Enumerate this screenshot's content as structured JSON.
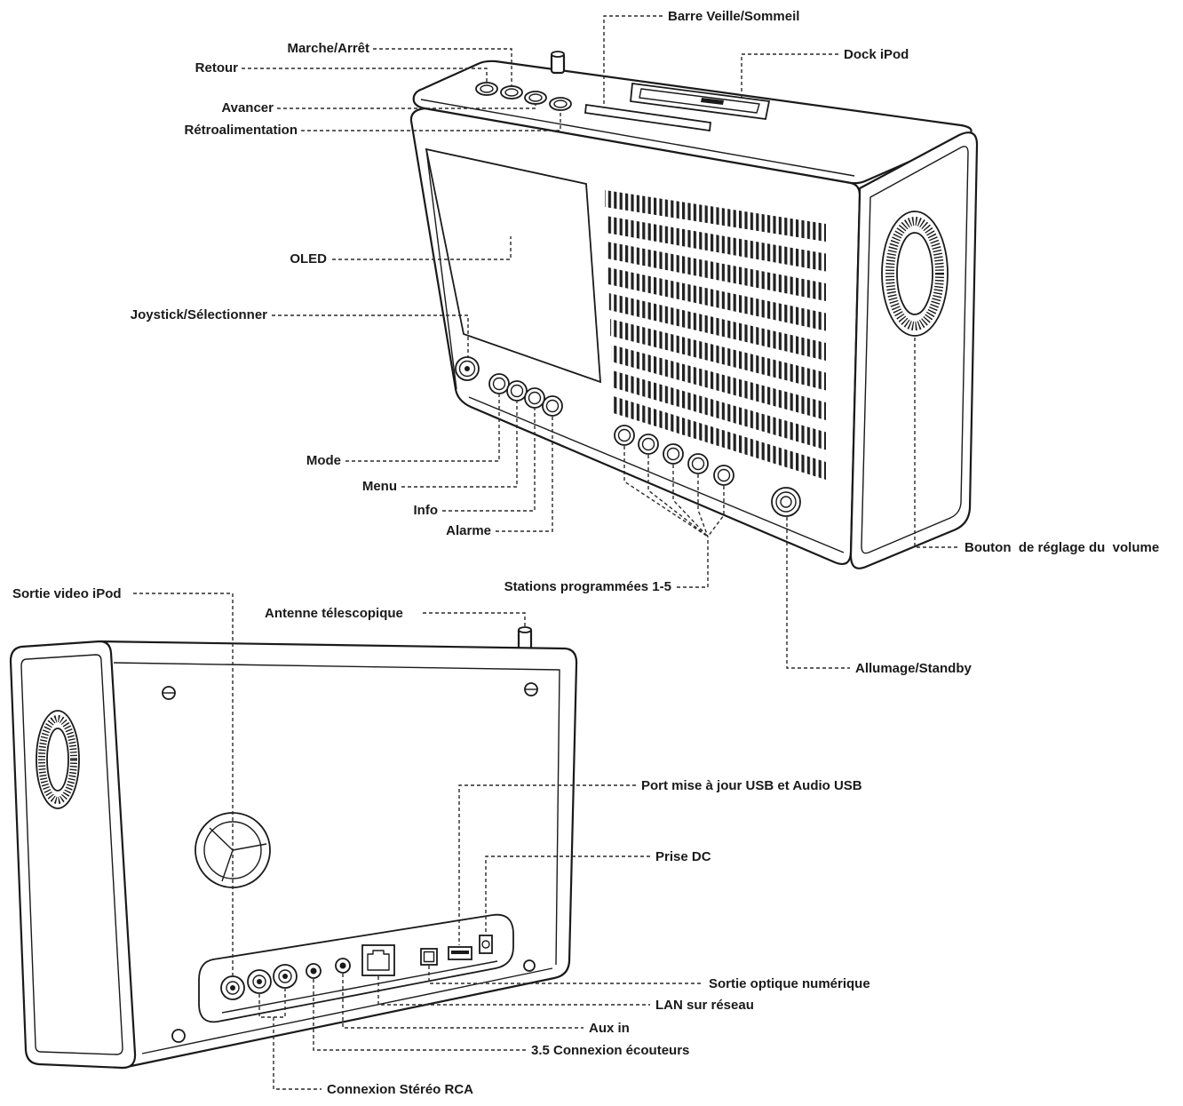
{
  "front_view": {
    "barre_veille_sommeil": "Barre Veille/Sommeil",
    "dock_ipod": "Dock iPod",
    "marche_arret": "Marche/Arrêt",
    "retour": "Retour",
    "avancer": "Avancer",
    "retroalimentation": "Rétroalimentation",
    "oled": "OLED",
    "joystick_selectionner": "Joystick/Sélectionner",
    "mode": "Mode",
    "menu": "Menu",
    "info": "Info",
    "alarme": "Alarme",
    "stations_programmees": "Stations programmées 1-5",
    "bouton_volume": "Bouton  de réglage du  volume",
    "allumage_standby": "Allumage/Standby"
  },
  "rear_view": {
    "sortie_video_ipod": "Sortie video iPod",
    "antenne_telescopique": "Antenne télescopique",
    "port_usb": "Port mise à jour USB et Audio USB",
    "prise_dc": "Prise DC",
    "sortie_optique": "Sortie optique numérique",
    "lan_reseau": "LAN sur réseau",
    "aux_in": "Aux in",
    "connexion_ecouteurs": "3.5 Connexion écouteurs",
    "connexion_rca": "Connexion Stéréo RCA"
  },
  "colors": {
    "line": "#1a1a1a",
    "leader": "#2a2a2a",
    "background": "#ffffff"
  }
}
